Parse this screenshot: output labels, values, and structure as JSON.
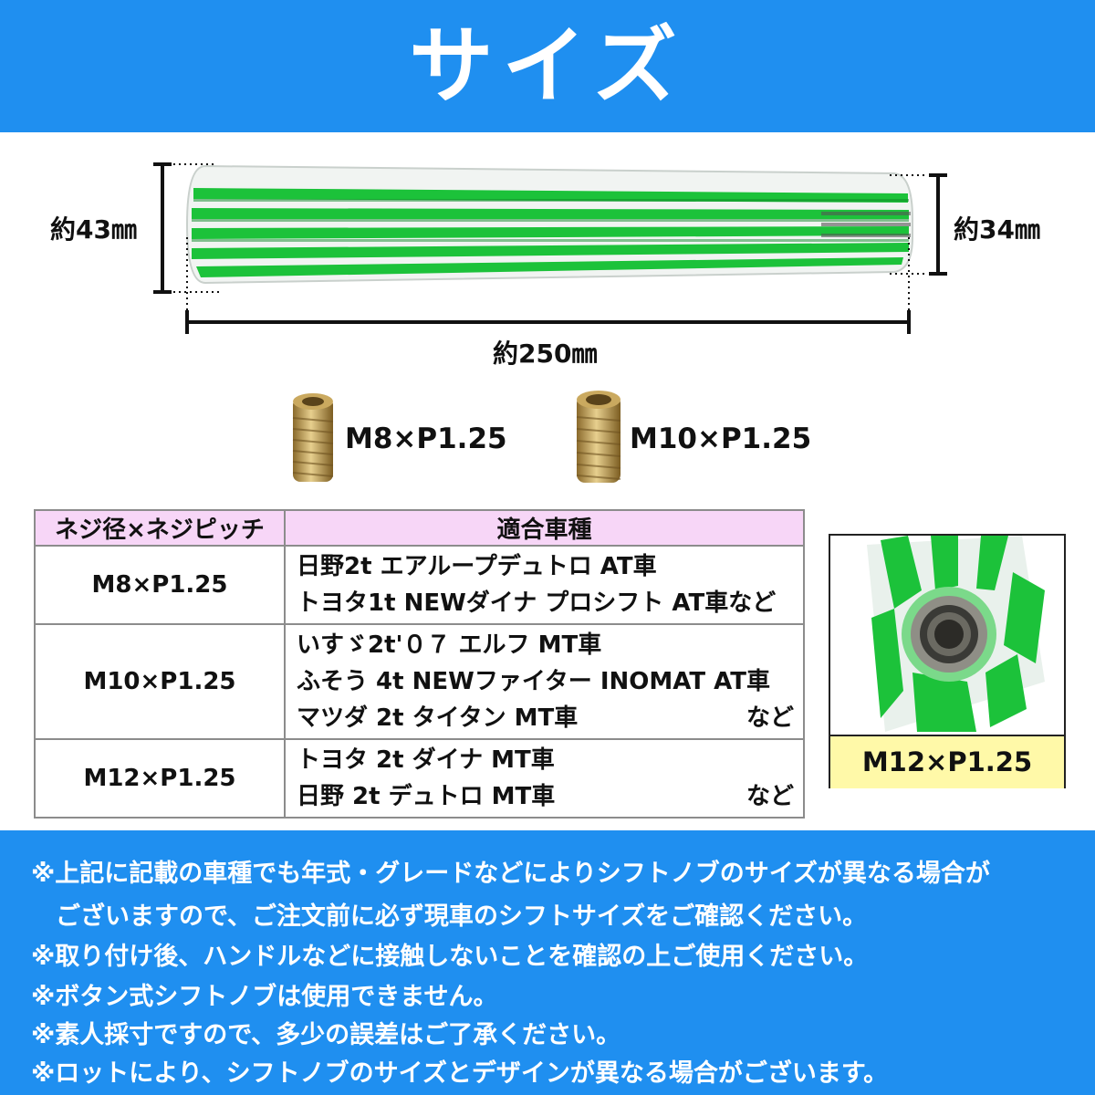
{
  "header": {
    "title": "サイズ"
  },
  "dimensions": {
    "top_diameter": "約43㎜",
    "bottom_diameter": "約34㎜",
    "length": "約250㎜"
  },
  "adapters": [
    {
      "label": "M8×P1.25"
    },
    {
      "label": "M10×P1.25"
    }
  ],
  "table": {
    "headers": [
      "ネジ径×ネジピッチ",
      "適合車種"
    ],
    "rows": [
      {
        "spec": "M8×P1.25",
        "cars": [
          {
            "text": "日野2t エアループデュトロ AT車",
            "suffix": ""
          },
          {
            "text": "トヨタ1t NEWダイナ プロシフト AT車など",
            "suffix": ""
          }
        ]
      },
      {
        "spec": "M10×P1.25",
        "cars": [
          {
            "text": "いすゞ2t'０７ エルフ MT車",
            "suffix": ""
          },
          {
            "text": "ふそう 4t NEWファイター INOMAT AT車",
            "suffix": ""
          },
          {
            "text": "マツダ 2t タイタン MT車",
            "suffix": "など"
          }
        ]
      },
      {
        "spec": "M12×P1.25",
        "cars": [
          {
            "text": "トヨタ 2t ダイナ MT車",
            "suffix": ""
          },
          {
            "text": "日野 2t デュトロ MT車",
            "suffix": "など"
          }
        ]
      }
    ]
  },
  "closeup": {
    "label": "M12×P1.25"
  },
  "notes": [
    "※上記に記載の車種でも年式・グレードなどによりシフトノブのサイズが異なる場合が",
    "　ございますので、ご注文前に必ず現車のシフトサイズをご確認ください。",
    "※取り付け後、ハンドルなどに接触しないことを確認の上ご使用ください。",
    "※ボタン式シフトノブは使用できません。",
    "※素人採寸ですので、多少の誤差はご了承ください。",
    "※ロットにより、シフトノブのサイズとデザインが異なる場合がございます。"
  ],
  "colors": {
    "accent_blue": "#1f8ff0",
    "knob_green": "#1cc23a",
    "header_pink": "#f7d6f7",
    "label_yellow": "#fff9a8"
  }
}
